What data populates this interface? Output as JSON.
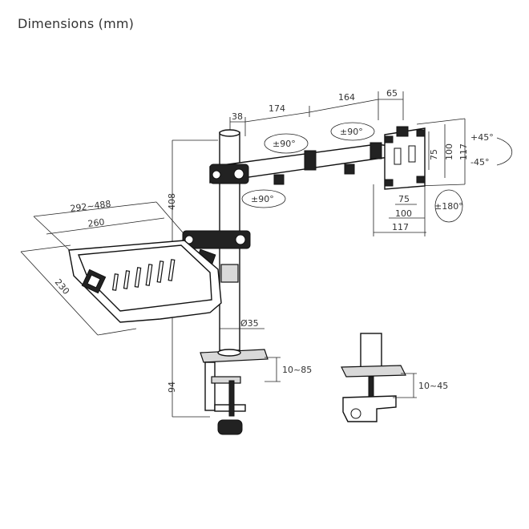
{
  "title": "Dimensions (mm)",
  "labels": {
    "d38": "38",
    "d174": "174",
    "d164": "164",
    "d65": "65",
    "d408": "408",
    "d292_488": "292~488",
    "d260": "260",
    "d230": "230",
    "d35": "Ø35",
    "d94": "94",
    "d10_85": "10~85",
    "d10_45": "10~45",
    "d75v": "75",
    "d100v": "100",
    "d117v": "117",
    "d75h": "75",
    "d100h": "100",
    "d117h": "117",
    "rot90a": "±90°",
    "rot90b": "±90°",
    "rot90c": "±90°",
    "rot180": "±180°",
    "tiltUp": "+45°",
    "tiltDown": "-45°"
  }
}
